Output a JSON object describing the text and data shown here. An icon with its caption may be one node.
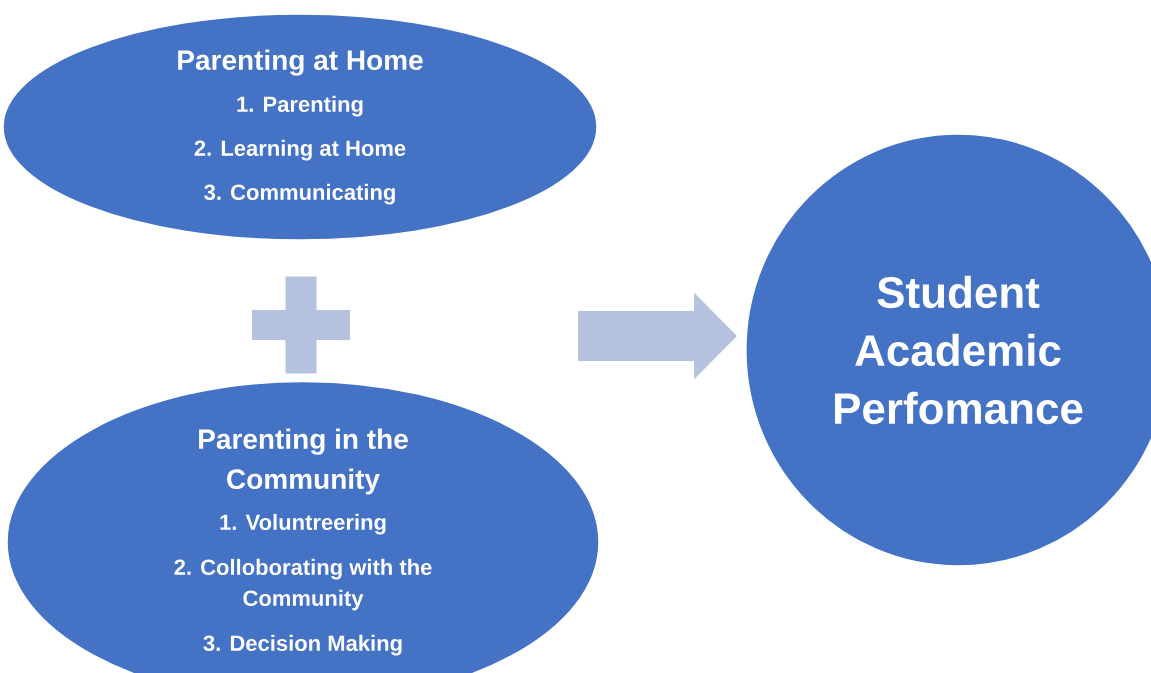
{
  "diagram": {
    "nodes": [
      {
        "text": [
          "Parenting at Home",
          "1. Parenting",
          "2. Learning at Home",
          "3. Communicating"
        ]
      },
      {
        "text": [],
        "shape": "plus"
      },
      {
        "text": [
          "Parenting in the Community",
          "1. Voluntreering",
          "2. Colloborating with the Community",
          "3. Decision Making"
        ]
      },
      {
        "text": [
          "Student Academic Perfomance"
        ]
      }
    ],
    "edges": [
      {
        "from": null,
        "to": 3,
        "arrow": "to"
      }
    ]
  }
}
